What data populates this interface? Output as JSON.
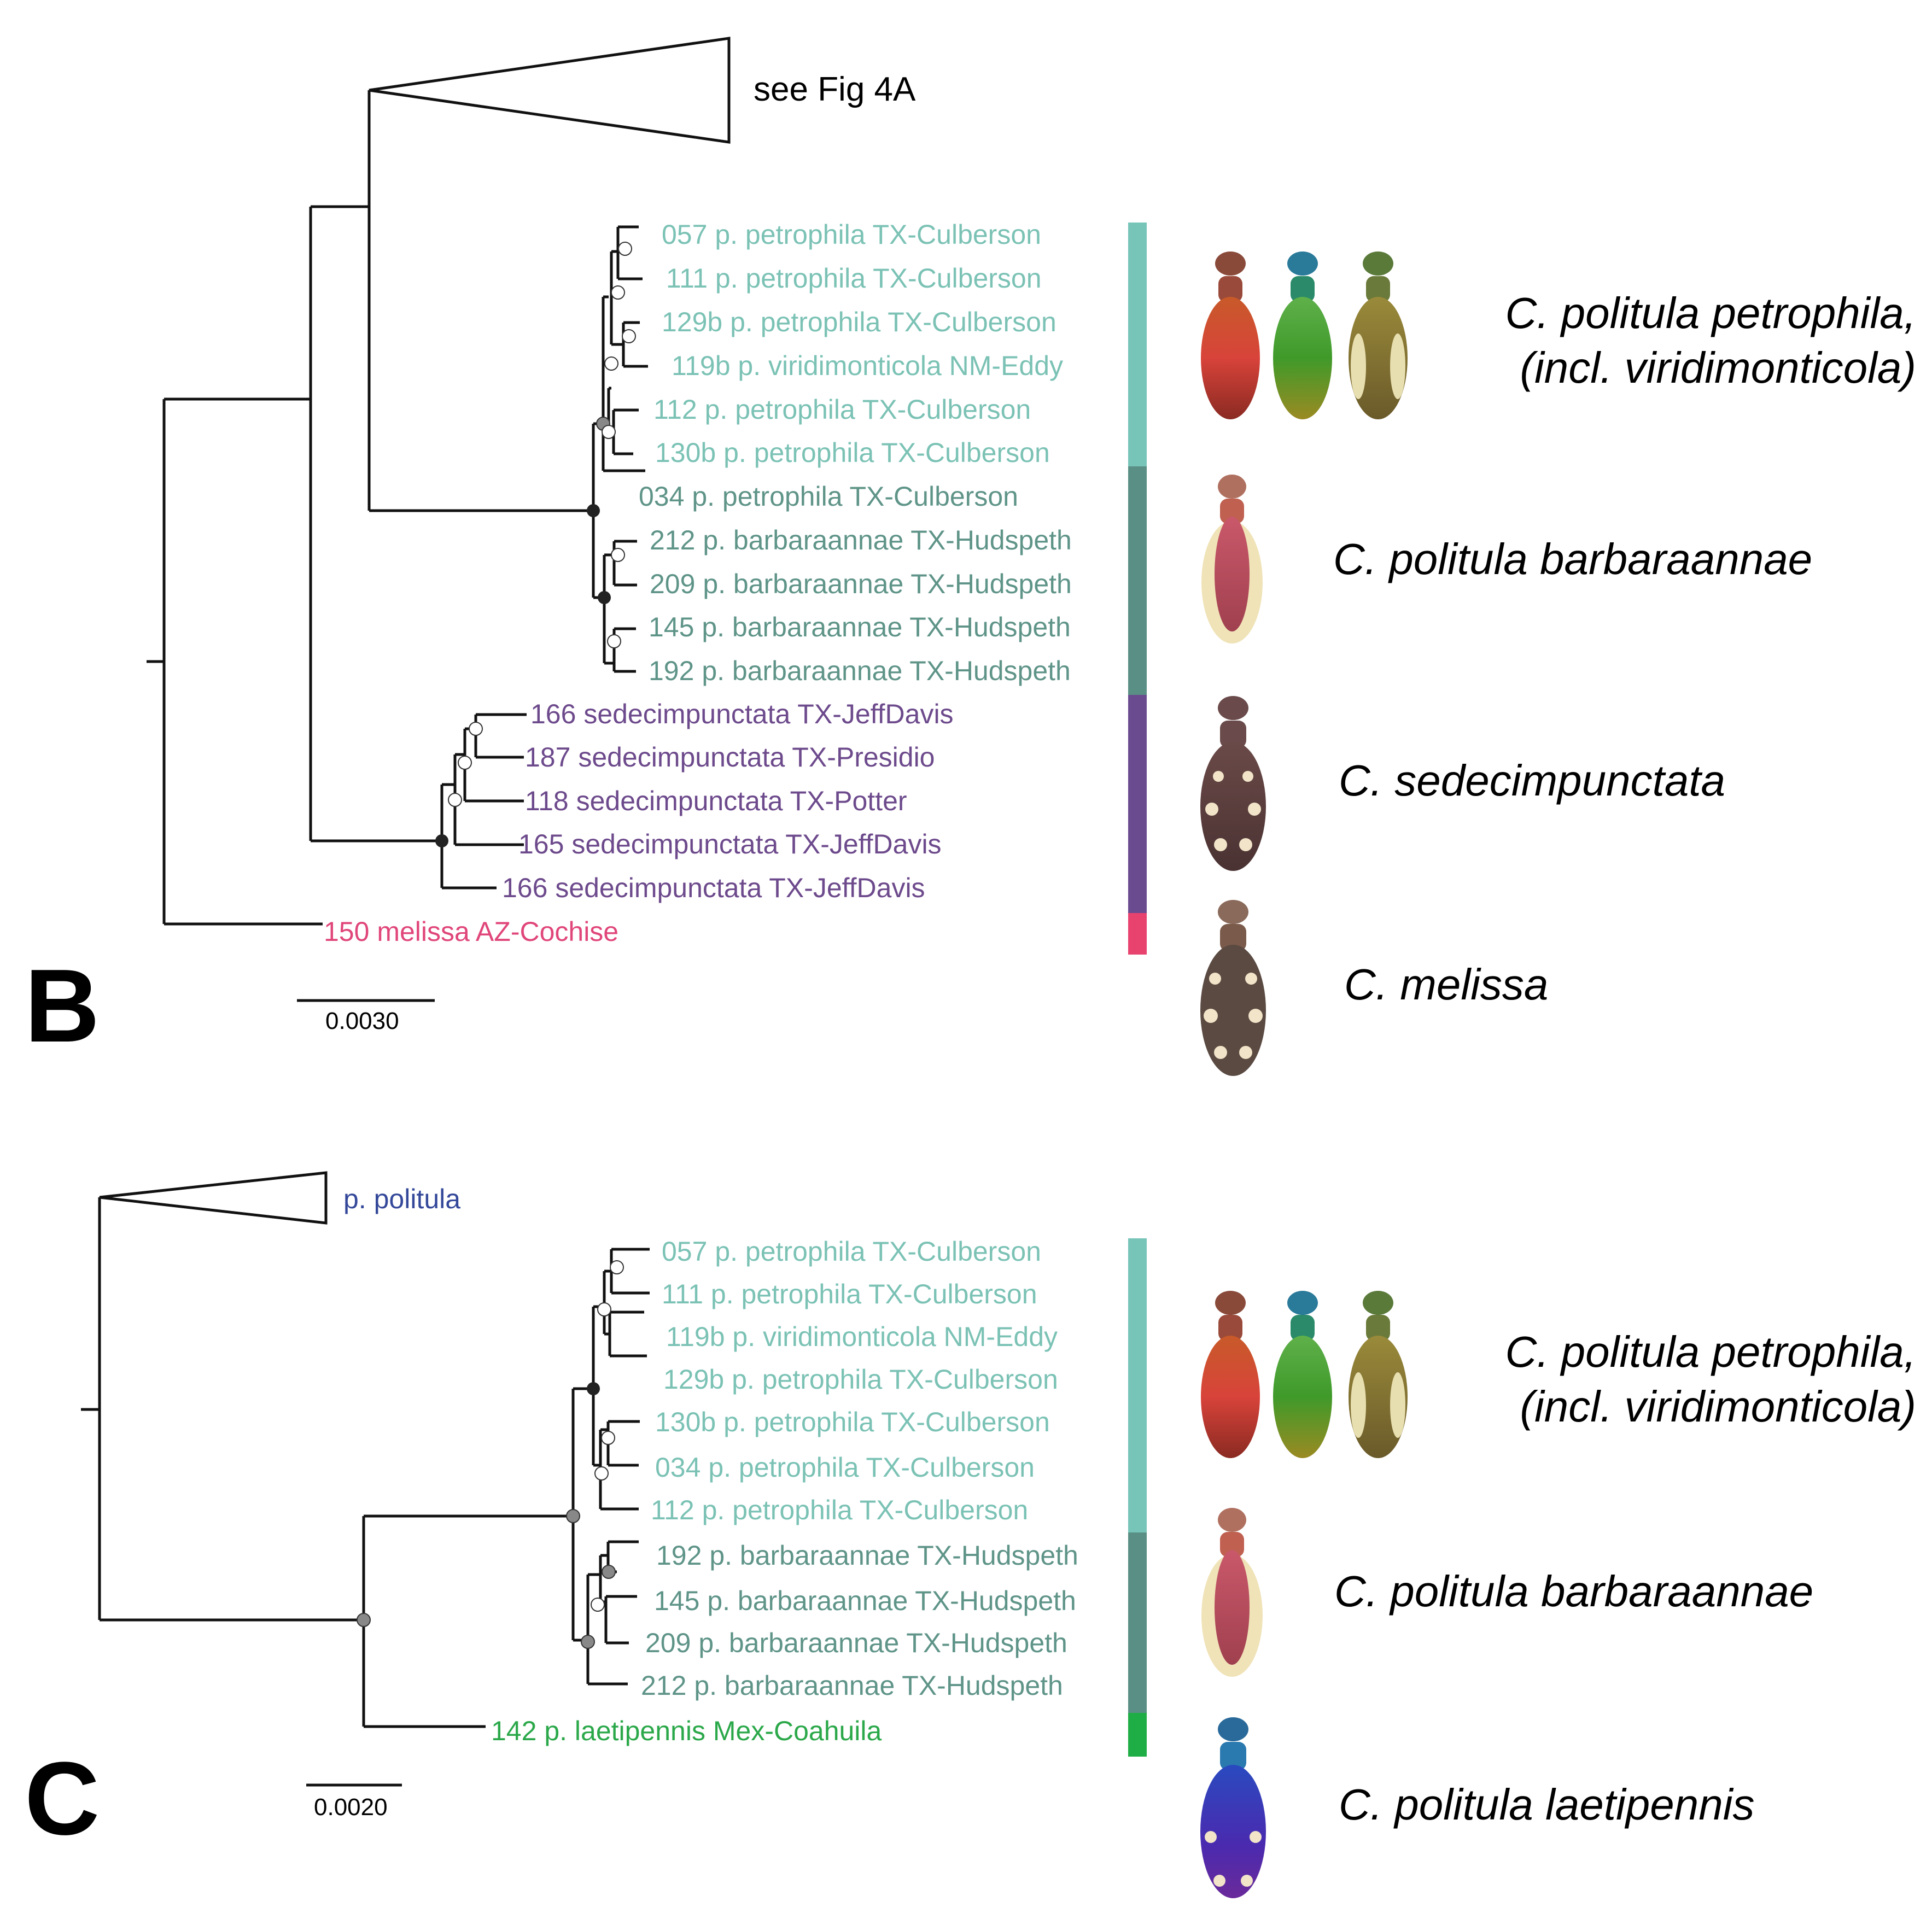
{
  "colors": {
    "petrophila": "#7bc2b5",
    "barbaraannae": "#5f9488",
    "sedecimpunctata": "#6d4a8c",
    "melissa": "#e0467a",
    "laetipennis": "#2ba84a",
    "politula": "#34489a",
    "bar_petrophila": "#77c4b8",
    "bar_barbaraannae": "#5a8f85",
    "bar_sedecim": "#6a4b8f",
    "bar_melissa": "#e8426f",
    "bar_laetipennis": "#1fae45"
  },
  "panel_b": {
    "label": "B",
    "collapsed_label": "see Fig 4A",
    "scale_label": "0.0030",
    "tips": [
      "057 p. petrophila TX-Culberson",
      "111 p. petrophila TX-Culberson",
      "129b p. petrophila TX-Culberson",
      "119b p. viridimonticola NM-Eddy",
      "112 p. petrophila TX-Culberson",
      "130b p. petrophila TX-Culberson",
      "034 p. petrophila TX-Culberson",
      "212 p. barbaraannae TX-Hudspeth",
      "209 p. barbaraannae TX-Hudspeth",
      "145 p. barbaraannae TX-Hudspeth",
      "192 p. barbaraannae TX-Hudspeth",
      "166 sedecimpunctata TX-JeffDavis",
      "187 sedecimpunctata TX-Presidio",
      "118 sedecimpunctata TX-Potter",
      "165 sedecimpunctata TX-JeffDavis",
      "166 sedecimpunctata TX-JeffDavis",
      "150 melissa AZ-Cochise"
    ],
    "species_labels": {
      "petrophila_line1": "C. politula petrophila,",
      "petrophila_line2": "(incl. viridimonticola)",
      "barbaraannae": "C. politula barbaraannae",
      "sedecimpunctata": "C. sedecimpunctata",
      "melissa": "C. melissa"
    }
  },
  "panel_c": {
    "label": "C",
    "collapsed_label": "p. politula",
    "scale_label": "0.0020",
    "tips": [
      "057 p. petrophila TX-Culberson",
      "111 p. petrophila TX-Culberson",
      "119b p. viridimonticola NM-Eddy",
      "129b p. petrophila TX-Culberson",
      "130b p. petrophila TX-Culberson",
      "034 p. petrophila TX-Culberson",
      "112 p. petrophila TX-Culberson",
      "192 p. barbaraannae TX-Hudspeth",
      "145 p. barbaraannae TX-Hudspeth",
      "209 p. barbaraannae TX-Hudspeth",
      "212 p. barbaraannae TX-Hudspeth",
      "142 p. laetipennis Mex-Coahuila"
    ],
    "species_labels": {
      "petrophila_line1": "C. politula petrophila,",
      "petrophila_line2": "(incl. viridimonticola)",
      "barbaraannae": "C. politula barbaraannae",
      "laetipennis": "C. politula laetipennis"
    }
  }
}
